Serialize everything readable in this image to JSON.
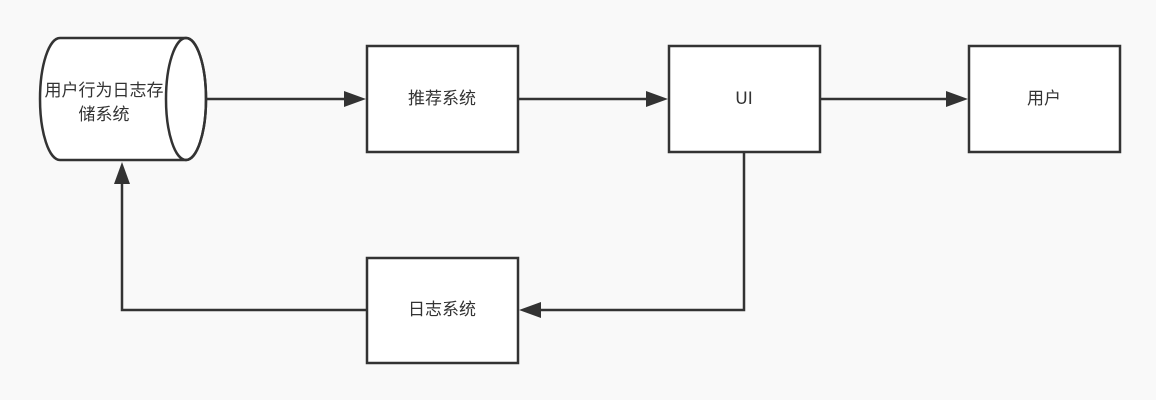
{
  "diagram": {
    "background": "#f9f9f9",
    "stroke_color": "#333333",
    "fill_color": "#ffffff",
    "text_color": "#333333",
    "nodes": {
      "storage": {
        "shape": "cylinder-horizontal",
        "label_line1": "用户行为日志存",
        "label_line2": "储系统"
      },
      "recommender": {
        "shape": "rectangle",
        "label": "推荐系统"
      },
      "ui": {
        "shape": "rectangle",
        "label": "UI"
      },
      "user": {
        "shape": "rectangle",
        "label": "用户"
      },
      "log_system": {
        "shape": "rectangle",
        "label": "日志系统"
      }
    },
    "edges": [
      {
        "from": "storage",
        "to": "recommender"
      },
      {
        "from": "recommender",
        "to": "ui"
      },
      {
        "from": "ui",
        "to": "user"
      },
      {
        "from": "ui",
        "to": "log_system"
      },
      {
        "from": "log_system",
        "to": "storage"
      }
    ]
  }
}
